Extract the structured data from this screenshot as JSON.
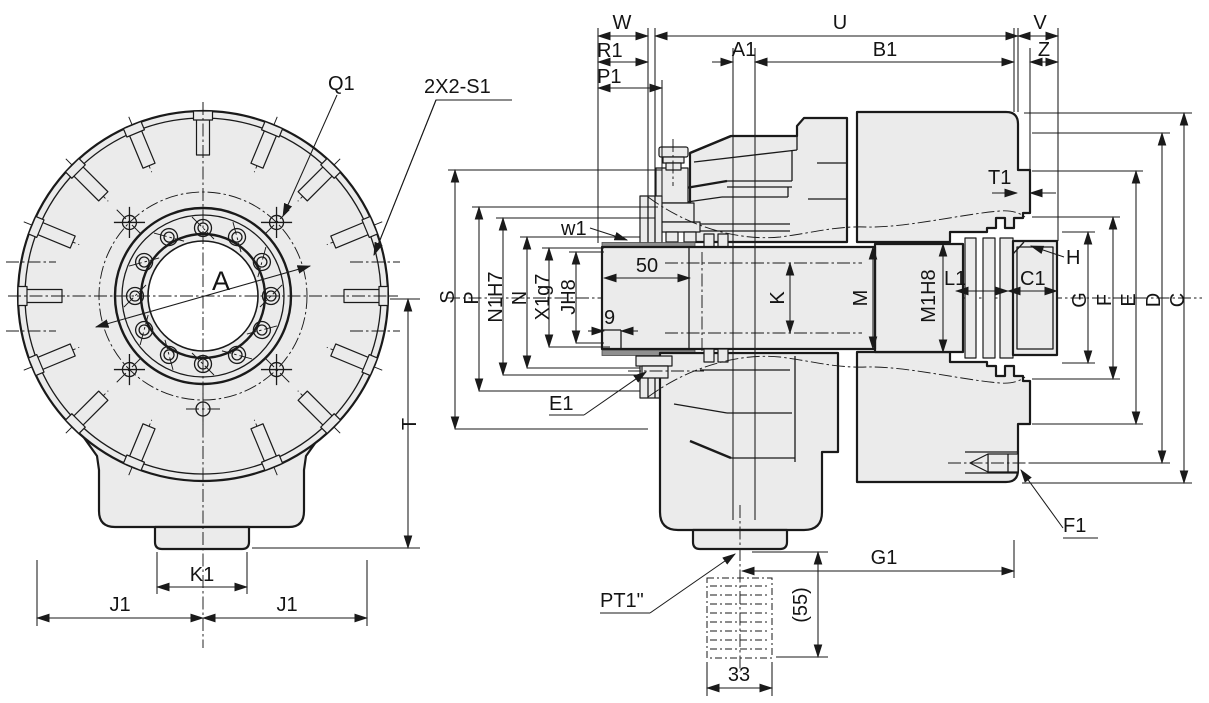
{
  "colors": {
    "line": "#1a1a1a",
    "part_fill": "#ebebeb",
    "seal_fill": "#8f8f8f",
    "background": "#ffffff"
  },
  "front_view": {
    "labels": {
      "q1": "Q1",
      "s1": "2X2-S1",
      "a": "A",
      "k1": "K1",
      "j1": "J1",
      "t": "T"
    }
  },
  "section_view": {
    "top_dims": {
      "w": "W",
      "u": "U",
      "v": "V",
      "r1": "R1",
      "a1": "A1",
      "b1": "B1",
      "z": "Z",
      "p1": "P1"
    },
    "left_dims": {
      "s": "S",
      "p": "P",
      "n1h7": "N1H7",
      "n": "N",
      "x1g7": "X1g7",
      "jh8": "JH8",
      "w1": "w1",
      "len50": "50",
      "len9": "9",
      "e1": "E1"
    },
    "center_dims": {
      "k": "K",
      "m": "M",
      "m1h8": "M1H8",
      "l1": "L1",
      "c1": "C1",
      "h": "H",
      "t1": "T1"
    },
    "right_dims": {
      "g": "G",
      "f": "F",
      "e": "E",
      "d": "D",
      "c": "C"
    },
    "bottom_dims": {
      "f1": "F1",
      "g1": "G1",
      "pt1": "PT1\"",
      "v55": "(55)",
      "v33": "33"
    }
  }
}
